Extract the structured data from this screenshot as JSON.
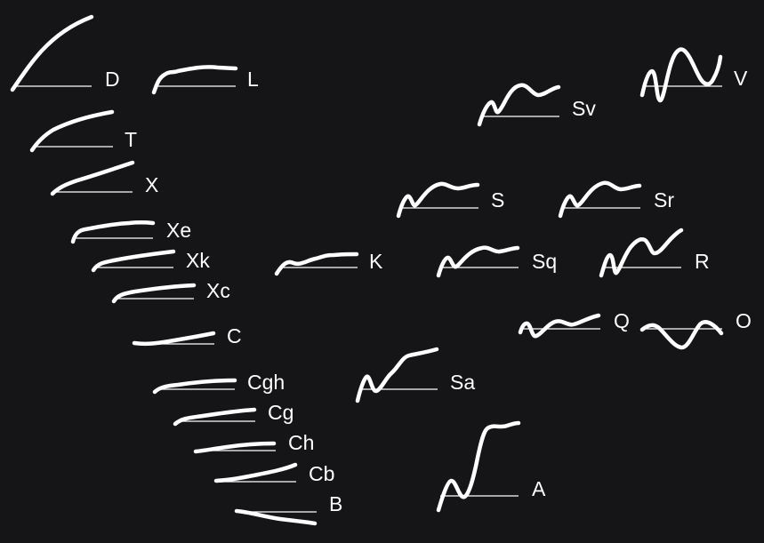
{
  "taxa": [
    {
      "key": "D",
      "label": "D",
      "shape": "steep-rise"
    },
    {
      "key": "L",
      "label": "L",
      "shape": "sharp-rise-plateau"
    },
    {
      "key": "T",
      "label": "T",
      "shape": "convex-rise"
    },
    {
      "key": "X",
      "label": "X",
      "shape": "gentle-rise"
    },
    {
      "key": "Xe",
      "label": "Xe",
      "shape": "rise-flatten"
    },
    {
      "key": "Xk",
      "label": "Xk",
      "shape": "gentle-rise"
    },
    {
      "key": "Xc",
      "label": "Xc",
      "shape": "gentle-rise"
    },
    {
      "key": "C",
      "label": "C",
      "shape": "slight-rise"
    },
    {
      "key": "Cgh",
      "label": "Cgh",
      "shape": "slight-rise"
    },
    {
      "key": "Cg",
      "label": "Cg",
      "shape": "slight-rise"
    },
    {
      "key": "Ch",
      "label": "Ch",
      "shape": "flat"
    },
    {
      "key": "Cb",
      "label": "Cb",
      "shape": "slight-rise"
    },
    {
      "key": "B",
      "label": "B",
      "shape": "slight-fall"
    },
    {
      "key": "K",
      "label": "K",
      "shape": "step-rise"
    },
    {
      "key": "Sv",
      "label": "Sv",
      "shape": "dip-rise-hump"
    },
    {
      "key": "V",
      "label": "V",
      "shape": "deep-dip-hump"
    },
    {
      "key": "S",
      "label": "S",
      "shape": "dip-rise-hump"
    },
    {
      "key": "Sr",
      "label": "Sr",
      "shape": "dip-rise-hump"
    },
    {
      "key": "Sq",
      "label": "Sq",
      "shape": "dip-rise-hump"
    },
    {
      "key": "R",
      "label": "R",
      "shape": "dip-rise-dip-rise"
    },
    {
      "key": "Sa",
      "label": "Sa",
      "shape": "dip-steep-rise"
    },
    {
      "key": "Q",
      "label": "Q",
      "shape": "dip-wave"
    },
    {
      "key": "O",
      "label": "O",
      "shape": "trough-rise"
    },
    {
      "key": "A",
      "label": "A",
      "shape": "dip-very-steep-rise"
    }
  ]
}
